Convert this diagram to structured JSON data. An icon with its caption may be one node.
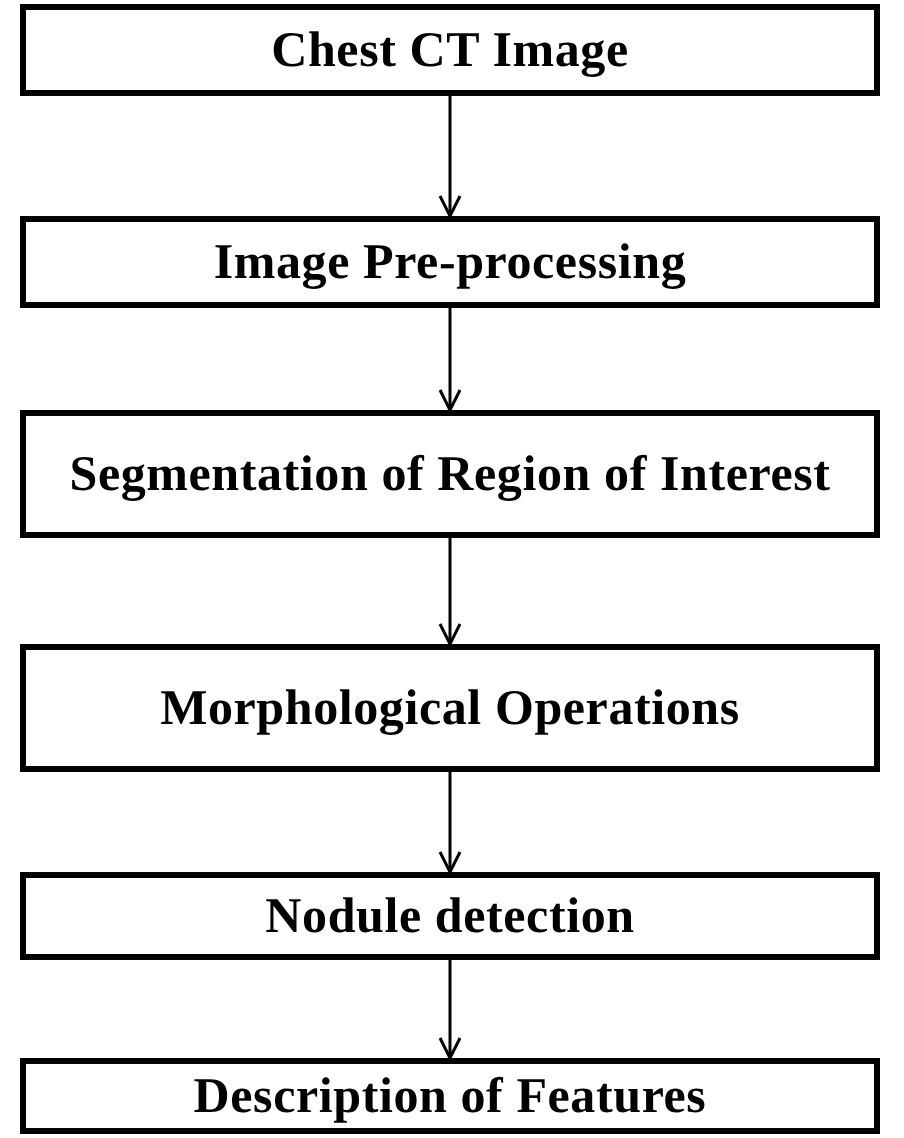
{
  "diagram": {
    "nodes": [
      {
        "text": [
          "Chest CT Image"
        ]
      },
      {
        "text": [
          "Image Pre-processing"
        ]
      },
      {
        "text": [
          "Segmentation of Region of Interest"
        ]
      },
      {
        "text": [
          "Morphological Operations"
        ]
      },
      {
        "text": [
          "Nodule detection"
        ]
      },
      {
        "text": [
          "Description of Features"
        ]
      }
    ],
    "edges": [
      {
        "from": 0,
        "to": 1,
        "arrow": "to"
      },
      {
        "from": 1,
        "to": 2,
        "arrow": "to"
      },
      {
        "from": 2,
        "to": 3,
        "arrow": "to"
      },
      {
        "from": 3,
        "to": 4,
        "arrow": "to"
      },
      {
        "from": 4,
        "to": 5,
        "arrow": "to"
      }
    ]
  }
}
